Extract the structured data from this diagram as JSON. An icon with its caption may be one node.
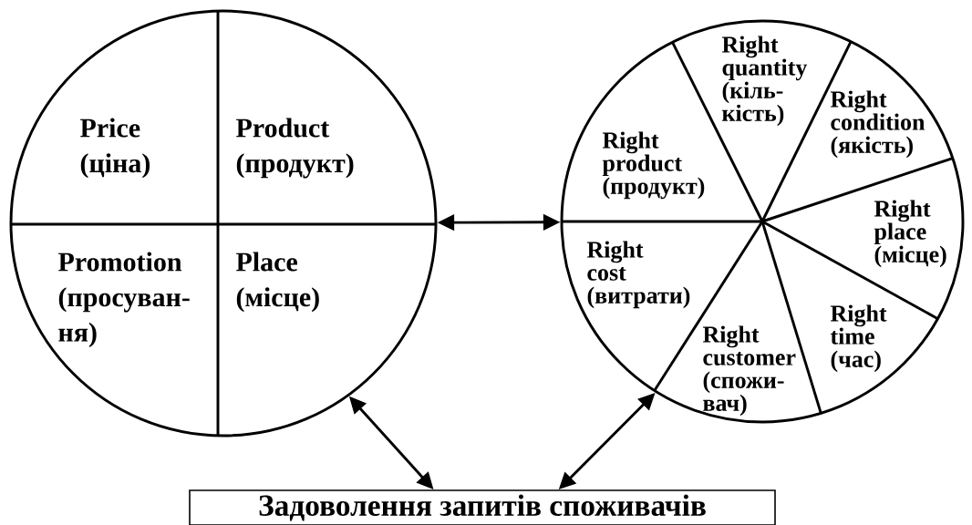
{
  "diagram": {
    "nodes": [
      {
        "text": [],
        "shape": "circle"
      },
      {
        "text": [
          "Price (ціна)"
        ],
        "in": 0
      },
      {
        "text": [
          "Product (продукт)"
        ],
        "in": 0
      },
      {
        "text": [
          "Promotion (просуван-ня)"
        ],
        "in": 0
      },
      {
        "text": [
          "Place (місце)"
        ],
        "in": 0
      },
      {
        "text": [],
        "shape": "circle"
      },
      {
        "text": [
          "Right quantity (кіль-кість)"
        ],
        "in": 5
      },
      {
        "text": [
          "Right condition (якість)"
        ],
        "in": 5
      },
      {
        "text": [
          "Right product (продукт)"
        ],
        "in": 5
      },
      {
        "text": [
          "Right place (місце)"
        ],
        "in": 5
      },
      {
        "text": [
          "Right cost (витрати)"
        ],
        "in": 5
      },
      {
        "text": [
          "Right time (час)"
        ],
        "in": 5
      },
      {
        "text": [
          "Right customer (спожи-вач)"
        ],
        "in": 5
      },
      {
        "text": [
          "Задоволення запитів споживачів"
        ]
      }
    ],
    "edges": [
      {
        "from": 0,
        "to": 5,
        "arrow": "both"
      },
      {
        "from": 0,
        "to": 13,
        "arrow": "both"
      },
      {
        "from": 5,
        "to": 13,
        "arrow": "both"
      }
    ]
  }
}
